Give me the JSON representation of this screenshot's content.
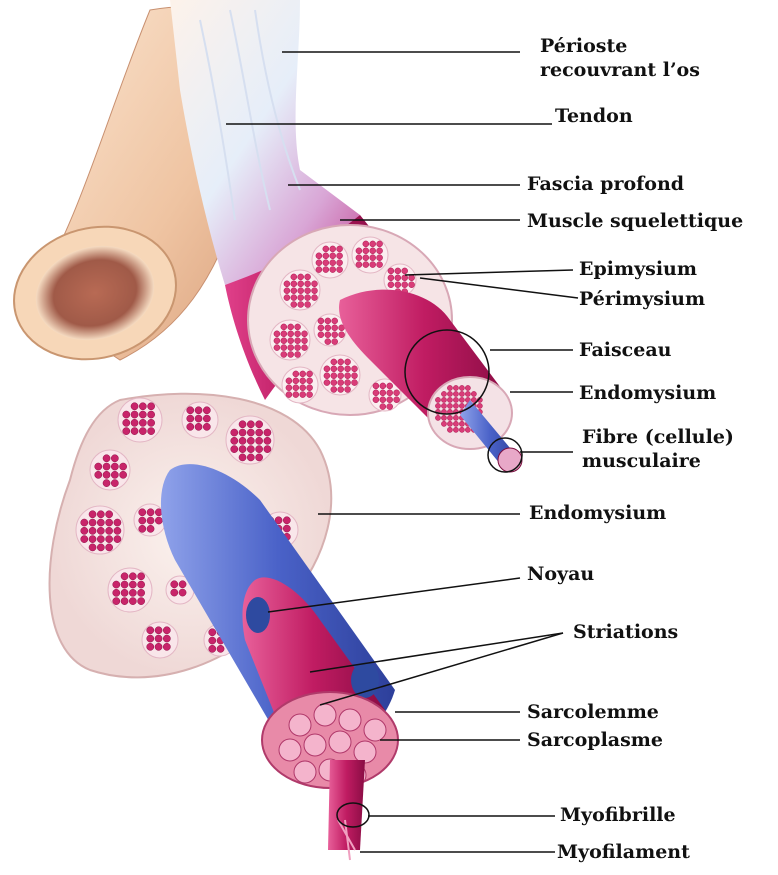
{
  "labels": {
    "perioste_line1": "Périoste",
    "perioste_line2": "recouvrant l’os",
    "tendon": "Tendon",
    "fascia_profond": "Fascia profond",
    "muscle_squelettique": "Muscle squelettique",
    "epimysium": "Epimysium",
    "perimysium": "Périmysium",
    "faisceau": "Faisceau",
    "endomysium_1": "Endomysium",
    "fibre_line1": "Fibre (cellule)",
    "fibre_line2": "musculaire",
    "endomysium_2": "Endomysium",
    "noyau": "Noyau",
    "striations": "Striations",
    "sarcolemme": "Sarcolemme",
    "sarcoplasme": "Sarcoplasme",
    "myofibrille": "Myofibrille",
    "myofilament": "Myofilament"
  },
  "colors": {
    "muscle": "#c8246a",
    "muscle_light": "#f2b8cf",
    "bone": "#f0c8a8",
    "tendon": "#e4eef8",
    "fibre_blue": "#4a62c8",
    "leader_line": "#111111"
  }
}
